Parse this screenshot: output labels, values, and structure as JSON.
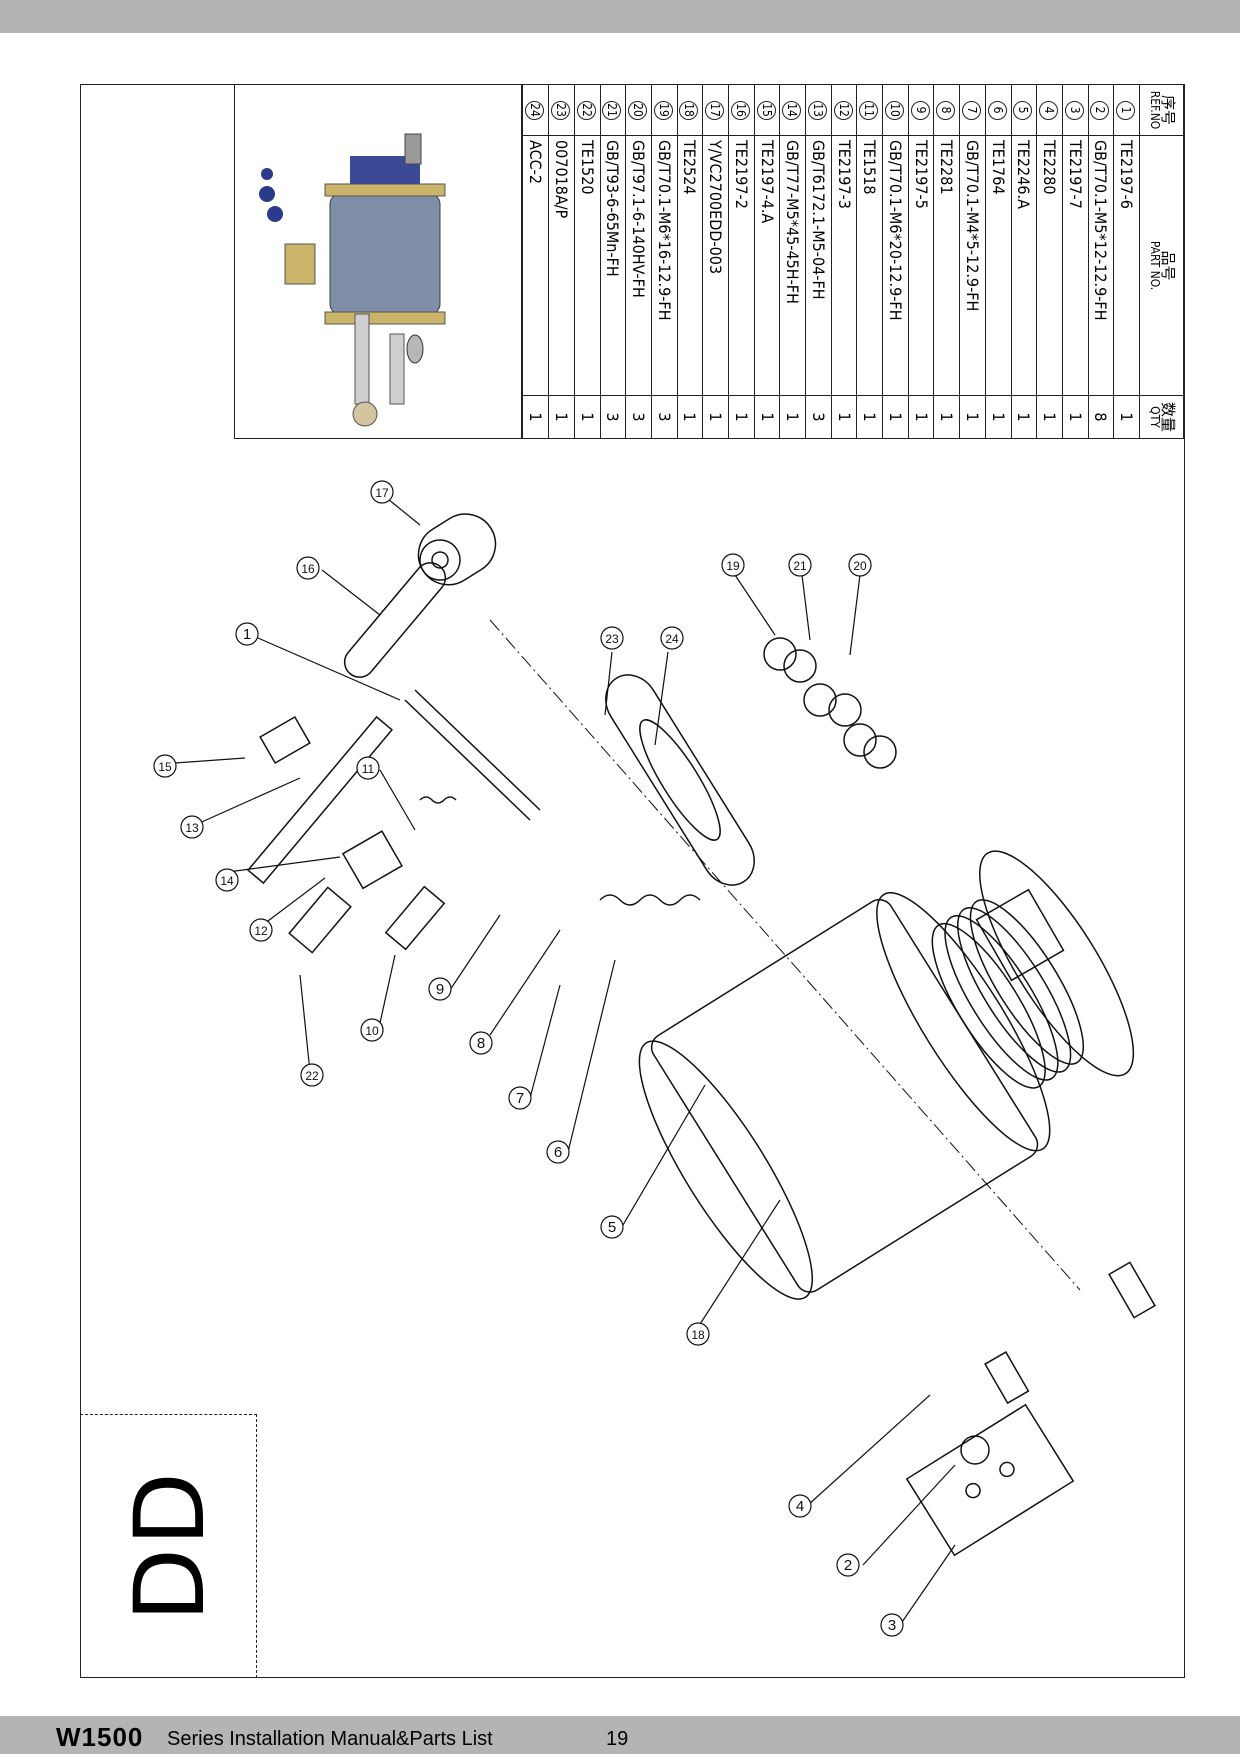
{
  "header": {},
  "footer": {
    "model": "W1500",
    "title": "Series  Installation Manual&Parts List",
    "page_number": "19"
  },
  "section_label": "DD",
  "parts_table": {
    "headers": {
      "ref_cn": "序号",
      "ref_en": "REF.NO",
      "part_cn": "品号",
      "part_en": "PART NO.",
      "qty_cn": "数量",
      "qty_en": "QTY"
    },
    "rows": [
      {
        "ref": "1",
        "part": "TE2197-6",
        "qty": "1"
      },
      {
        "ref": "2",
        "part": "GB/T70.1-M5*12-12.9-FH",
        "qty": "8"
      },
      {
        "ref": "3",
        "part": "TE2197-7",
        "qty": "1"
      },
      {
        "ref": "4",
        "part": "TE2280",
        "qty": "1"
      },
      {
        "ref": "5",
        "part": "TE2246.A",
        "qty": "1"
      },
      {
        "ref": "6",
        "part": "TE1764",
        "qty": "1"
      },
      {
        "ref": "7",
        "part": "GB/T70.1-M4*5-12.9-FH",
        "qty": "1"
      },
      {
        "ref": "8",
        "part": "TE2281",
        "qty": "1"
      },
      {
        "ref": "9",
        "part": "TE2197-5",
        "qty": "1"
      },
      {
        "ref": "10",
        "part": "GB/T70.1-M6*20-12.9-FH",
        "qty": "1"
      },
      {
        "ref": "11",
        "part": "TE1518",
        "qty": "1"
      },
      {
        "ref": "12",
        "part": "TE2197-3",
        "qty": "1"
      },
      {
        "ref": "13",
        "part": "GB/T6172.1-M5-04-FH",
        "qty": "3"
      },
      {
        "ref": "14",
        "part": "GB/T77-M5*45-45H-FH",
        "qty": "1"
      },
      {
        "ref": "15",
        "part": "TE2197-4.A",
        "qty": "1"
      },
      {
        "ref": "16",
        "part": "TE2197-2",
        "qty": "1"
      },
      {
        "ref": "17",
        "part": "Y/VC2700EDD-003",
        "qty": "1"
      },
      {
        "ref": "18",
        "part": "TE2524",
        "qty": "1"
      },
      {
        "ref": "19",
        "part": "GB/T70.1-M6*16-12.9-FH",
        "qty": "3"
      },
      {
        "ref": "20",
        "part": "GB/T97.1-6-140HV-FH",
        "qty": "3"
      },
      {
        "ref": "21",
        "part": "GB/T93-6-65Mn-FH",
        "qty": "3"
      },
      {
        "ref": "22",
        "part": "TE1520",
        "qty": "1"
      },
      {
        "ref": "23",
        "part": "007018A/P",
        "qty": "1"
      },
      {
        "ref": "24",
        "part": "ACC-2",
        "qty": "1"
      }
    ]
  },
  "callouts": [
    "1",
    "2",
    "3",
    "4",
    "5",
    "6",
    "7",
    "8",
    "9",
    "10",
    "11",
    "12",
    "13",
    "14",
    "15",
    "16",
    "17",
    "18",
    "19",
    "20",
    "21",
    "22",
    "23",
    "24"
  ]
}
